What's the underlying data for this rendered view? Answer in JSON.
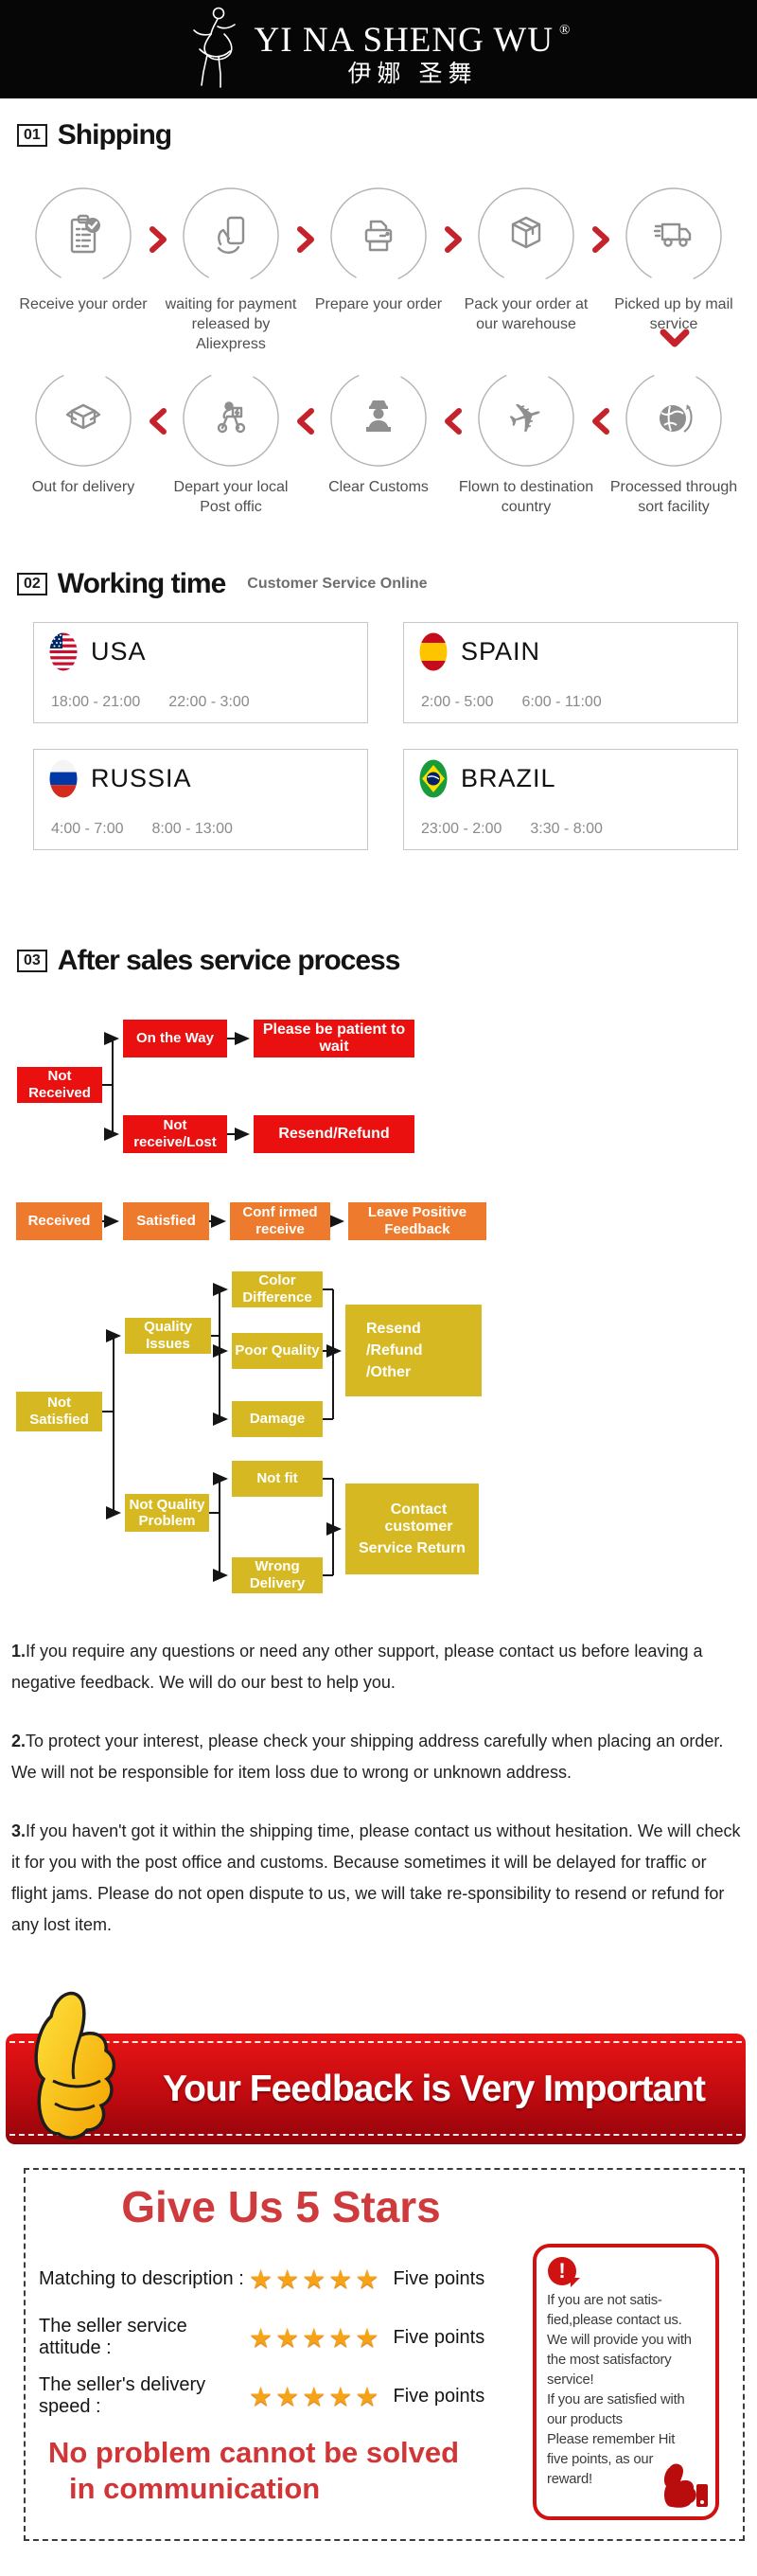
{
  "header": {
    "brand": "YI NA SHENG WU",
    "registered": "®",
    "brand_cn": "伊娜 圣舞"
  },
  "shipping": {
    "number": "01",
    "title": "Shipping",
    "row1": [
      {
        "icon": "clipboard-check-icon",
        "label": "Receive your order"
      },
      {
        "icon": "payment-hand-icon",
        "label": "waiting for payment released by Aliexpress"
      },
      {
        "icon": "printer-icon",
        "label": "Prepare your order"
      },
      {
        "icon": "package-icon",
        "label": "Pack your order at our warehouse"
      },
      {
        "icon": "truck-icon",
        "label": "Picked up by mail service"
      }
    ],
    "row2": [
      {
        "icon": "open-box-icon",
        "label": "Out for delivery"
      },
      {
        "icon": "courier-scooter-icon",
        "label": "Depart your local Post offic"
      },
      {
        "icon": "customs-officer-icon",
        "label": "Clear Customs"
      },
      {
        "icon": "airplane-icon",
        "label": "Flown to destination country"
      },
      {
        "icon": "globe-icon",
        "label": "Processed through sort facility"
      }
    ]
  },
  "working_time": {
    "number": "02",
    "title": "Working time",
    "subtitle": "Customer Service Online",
    "cards": [
      {
        "country": "USA",
        "flag": "usa-flag-icon",
        "time1": "18:00 - 21:00",
        "time2": "22:00 - 3:00"
      },
      {
        "country": "SPAIN",
        "flag": "spain-flag-icon",
        "time1": "2:00 - 5:00",
        "time2": "6:00 - 11:00"
      },
      {
        "country": "RUSSIA",
        "flag": "russia-flag-icon",
        "time1": "4:00 - 7:00",
        "time2": "8:00 - 13:00"
      },
      {
        "country": "BRAZIL",
        "flag": "brazil-flag-icon",
        "time1": "23:00 - 2:00",
        "time2": "3:30 - 8:00"
      }
    ]
  },
  "after_sales": {
    "number": "03",
    "title": "After sales service process",
    "not_received": "Not Received",
    "on_the_way": "On the Way",
    "be_patient": "Please be patient to wait",
    "not_receive_lost": "Not receive/Lost",
    "resend_refund": "Resend/Refund",
    "received": "Received",
    "satisfied": "Satisfied",
    "confirmed_receive": "Conf irmed receive",
    "leave_feedback": "Leave Positive Feedback",
    "not_satisfied": "Not Satisfied",
    "quality_issues": "Quality Issues",
    "color_difference": "Color Difference",
    "poor_quality": "Poor Quality",
    "damage": "Damage",
    "resend_refund_other_1": "Resend",
    "resend_refund_other_2": "/Refund",
    "resend_refund_other_3": "/Other",
    "not_quality_problem_1": "Not Quality",
    "not_quality_problem_2": "Problem",
    "not_fit": "Not fit",
    "wrong_delivery": "Wrong Delivery",
    "contact_customer_1": "Contact customer",
    "contact_customer_2": "Service Return"
  },
  "notes": [
    {
      "num": "1.",
      "text": "If you require any questions or need any other support, please contact us before leaving a negative feedback. We will do our best to help you."
    },
    {
      "num": "2.",
      "text": "To protect your interest, please check your shipping address carefully when placing an order. We will not be responsible for item loss due to wrong or unknown address."
    },
    {
      "num": "3.",
      "text": "If you haven't got it within the shipping time, please contact us without hesitation. We will check it for you with the post office and customs. Because sometimes it will be delayed for traffic or flight jams. Please do not open dispute to us, we will take re-sponsibility to resend or refund for any lost item."
    }
  ],
  "banner": {
    "text": "Your Feedback is Very Important",
    "thumb_icon": "thumbs-up-icon"
  },
  "feedback": {
    "title": "Give Us 5 Stars",
    "rows": [
      {
        "label": "Matching to description :",
        "stars": "★★★★★",
        "points": "Five points"
      },
      {
        "label": "The seller service attitude :",
        "stars": "★★★★★",
        "points": "Five points"
      },
      {
        "label": "The seller's delivery speed :",
        "stars": "★★★★★",
        "points": "Five points"
      }
    ],
    "slogan_1": "No problem cannot be solved",
    "slogan_2": "in communication",
    "tip_lines": [
      "If you are not satis-",
      "fied,please contact us.",
      "We will provide you with",
      "the most satisfactory",
      "service!",
      "If you are satisfied with",
      "our products",
      "Please remember Hit",
      "five points, as our",
      "reward!"
    ]
  },
  "colors": {
    "flow_red": "#e9100f",
    "flow_orange": "#ee7a2d",
    "flow_yellow": "#d6b922",
    "banner_red": "#c00b10",
    "accent_red": "#cf3a3c",
    "star_orange": "#f6a318",
    "chevron_red": "#c5232b"
  }
}
